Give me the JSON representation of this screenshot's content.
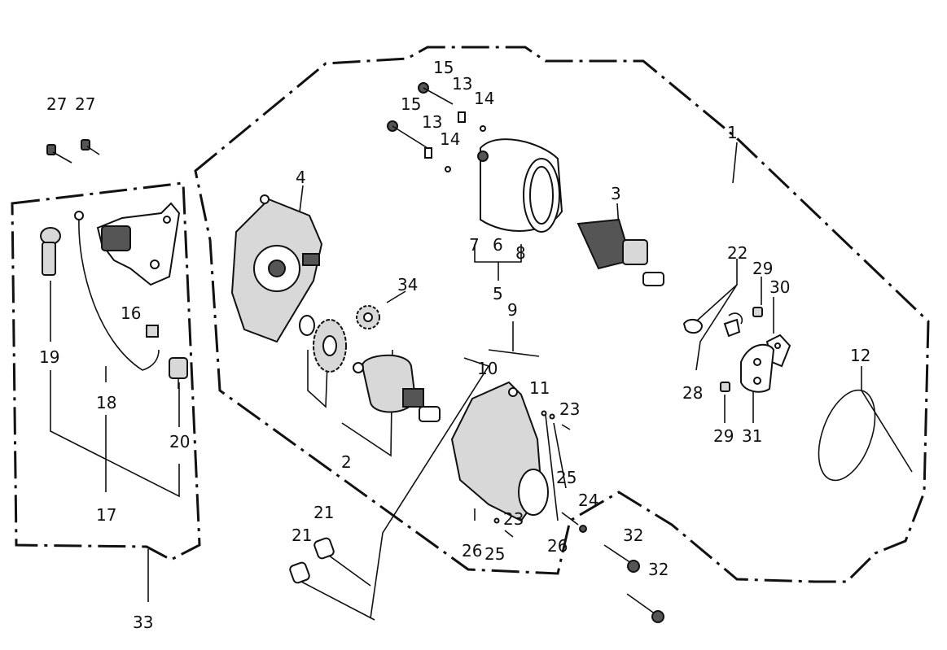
{
  "callouts": {
    "c1": "1",
    "c2": "2",
    "c3": "3",
    "c4": "4",
    "c5": "5",
    "c6": "6",
    "c7": "7",
    "c8": "8",
    "c9": "9",
    "c10": "10",
    "c11": "11",
    "c12": "12",
    "c13a": "13",
    "c13b": "13",
    "c14a": "14",
    "c14b": "14",
    "c15a": "15",
    "c15b": "15",
    "c16": "16",
    "c17": "17",
    "c18": "18",
    "c19": "19",
    "c20": "20",
    "c21a": "21",
    "c21b": "21",
    "c22": "22",
    "c23a": "23",
    "c23b": "23",
    "c24": "24",
    "c25a": "25",
    "c25b": "25",
    "c26a": "26",
    "c26b": "26",
    "c27a": "27",
    "c27b": "27",
    "c28": "28",
    "c29a": "29",
    "c29b": "29",
    "c30": "30",
    "c31": "31",
    "c32a": "32",
    "c32b": "32",
    "c33": "33",
    "c34": "34"
  }
}
